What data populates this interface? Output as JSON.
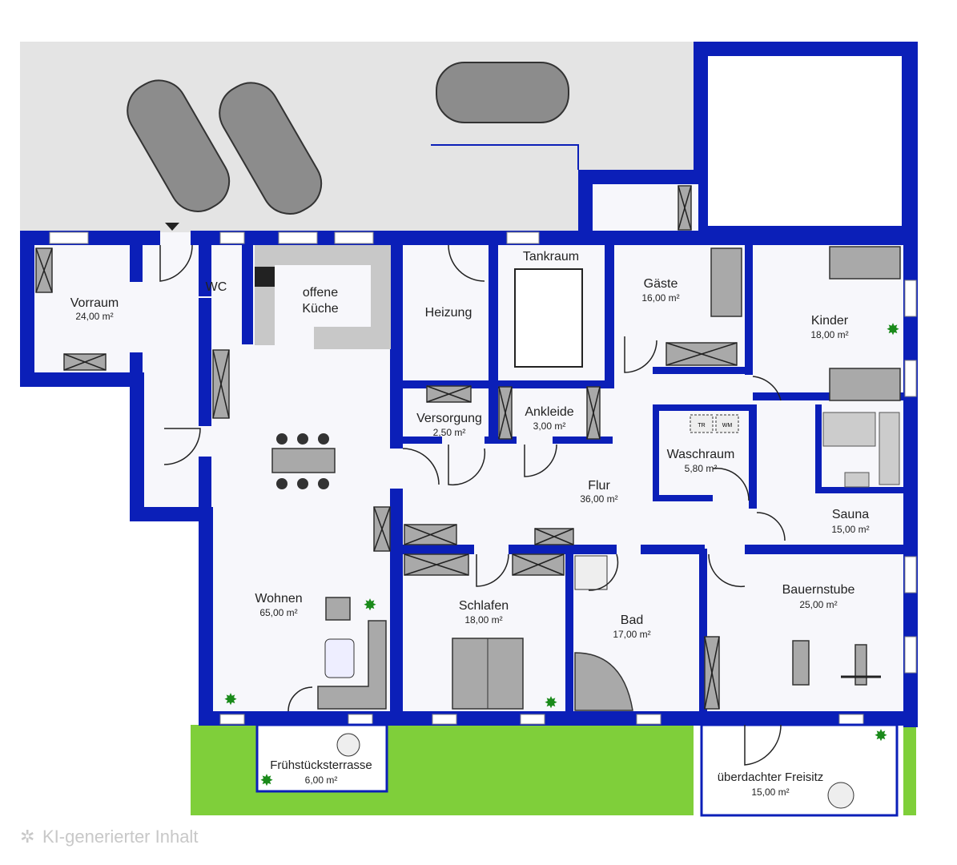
{
  "colors": {
    "wall": "#0b1fb8",
    "lawn": "#7fcf3a",
    "driveway": "#e4e4e4",
    "furniture": "#a9a9a9"
  },
  "rooms": {
    "vorraum": {
      "name": "Vorraum",
      "area": "24,00 m²"
    },
    "wc": {
      "name": "WC"
    },
    "kueche": {
      "name1": "offene",
      "name2": "Küche"
    },
    "heizung": {
      "name": "Heizung"
    },
    "tankraum": {
      "name": "Tankraum"
    },
    "gaeste": {
      "name": "Gäste",
      "area": "16,00 m²"
    },
    "kinder": {
      "name": "Kinder",
      "area": "18,00 m²"
    },
    "versorgung": {
      "name": "Versorgung",
      "area": "2,50 m²"
    },
    "ankleide": {
      "name": "Ankleide",
      "area": "3,00 m²"
    },
    "waschraum": {
      "name": "Waschraum",
      "area": "5,80 m²",
      "appliance1": "TR",
      "appliance2": "WM"
    },
    "flur": {
      "name": "Flur",
      "area": "36,00 m²"
    },
    "sauna": {
      "name": "Sauna",
      "area": "15,00 m²"
    },
    "wohnen": {
      "name": "Wohnen",
      "area": "65,00 m²"
    },
    "schlafen": {
      "name": "Schlafen",
      "area": "18,00 m²"
    },
    "bad": {
      "name": "Bad",
      "area": "17,00 m²"
    },
    "bauernstube": {
      "name": "Bauernstube",
      "area": "25,00 m²"
    },
    "fruehstueck": {
      "name": "Frühstücksterrasse",
      "area": "6,00 m²"
    },
    "freisitz": {
      "name": "überdachter Freisitz",
      "area": "15,00 m²"
    }
  },
  "watermark": {
    "icon": "sparkle-icon",
    "text": "KI-generierter Inhalt"
  }
}
